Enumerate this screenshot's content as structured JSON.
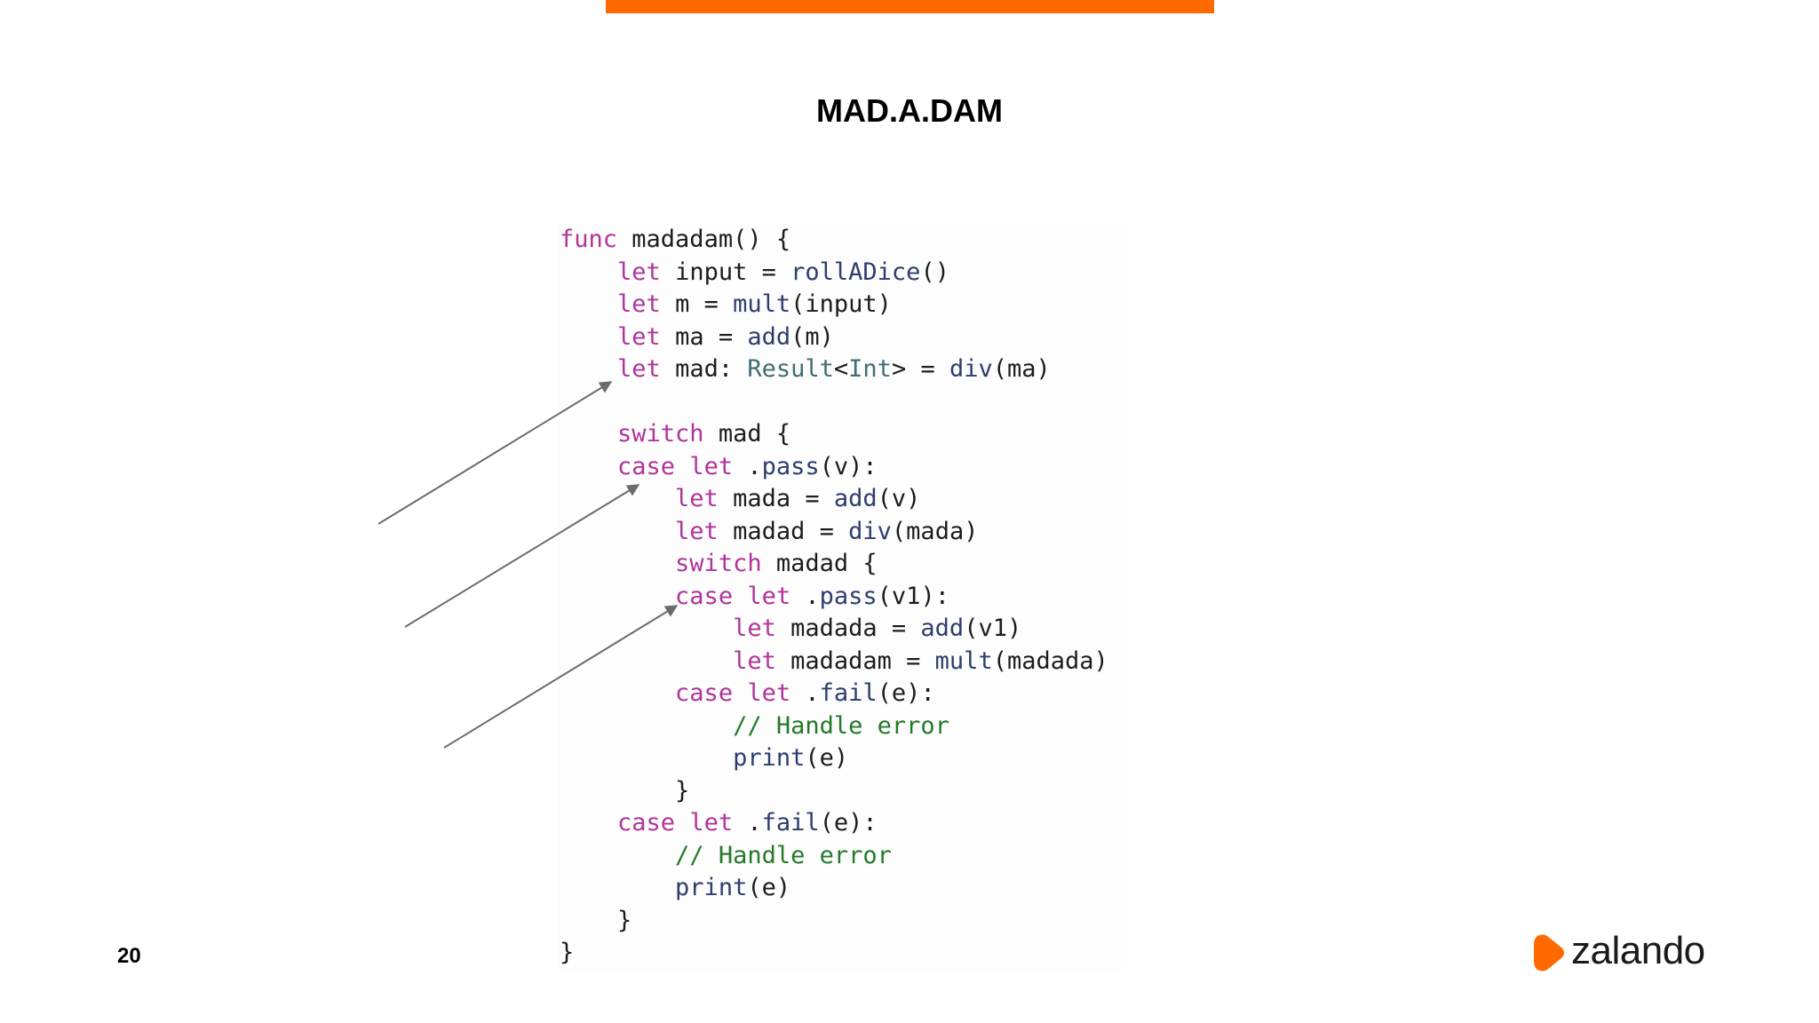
{
  "slide": {
    "title": "MAD.A.DAM",
    "page_number": "20",
    "brand": "zalando",
    "accent_color": "#ff6900"
  },
  "code_lines": [
    [
      {
        "k": "kw",
        "t": "func"
      },
      {
        "k": "pl",
        "t": " madadam() {"
      }
    ],
    [
      {
        "k": "pl",
        "t": "    "
      },
      {
        "k": "kw",
        "t": "let"
      },
      {
        "k": "pl",
        "t": " input = "
      },
      {
        "k": "fn",
        "t": "rollADice"
      },
      {
        "k": "pl",
        "t": "()"
      }
    ],
    [
      {
        "k": "pl",
        "t": "    "
      },
      {
        "k": "kw",
        "t": "let"
      },
      {
        "k": "pl",
        "t": " m = "
      },
      {
        "k": "fn",
        "t": "mult"
      },
      {
        "k": "pl",
        "t": "(input)"
      }
    ],
    [
      {
        "k": "pl",
        "t": "    "
      },
      {
        "k": "kw",
        "t": "let"
      },
      {
        "k": "pl",
        "t": " ma = "
      },
      {
        "k": "fn",
        "t": "add"
      },
      {
        "k": "pl",
        "t": "(m)"
      }
    ],
    [
      {
        "k": "pl",
        "t": "    "
      },
      {
        "k": "kw",
        "t": "let"
      },
      {
        "k": "pl",
        "t": " mad: "
      },
      {
        "k": "ty",
        "t": "Result"
      },
      {
        "k": "pl",
        "t": "<"
      },
      {
        "k": "ty",
        "t": "Int"
      },
      {
        "k": "pl",
        "t": "> = "
      },
      {
        "k": "fn",
        "t": "div"
      },
      {
        "k": "pl",
        "t": "(ma)"
      }
    ],
    [
      {
        "k": "pl",
        "t": ""
      }
    ],
    [
      {
        "k": "pl",
        "t": "    "
      },
      {
        "k": "kw",
        "t": "switch"
      },
      {
        "k": "pl",
        "t": " mad {"
      }
    ],
    [
      {
        "k": "pl",
        "t": "    "
      },
      {
        "k": "kw",
        "t": "case"
      },
      {
        "k": "pl",
        "t": " "
      },
      {
        "k": "kw",
        "t": "let"
      },
      {
        "k": "pl",
        "t": " ."
      },
      {
        "k": "fn",
        "t": "pass"
      },
      {
        "k": "pl",
        "t": "(v):"
      }
    ],
    [
      {
        "k": "pl",
        "t": "        "
      },
      {
        "k": "kw",
        "t": "let"
      },
      {
        "k": "pl",
        "t": " mada = "
      },
      {
        "k": "fn",
        "t": "add"
      },
      {
        "k": "pl",
        "t": "(v)"
      }
    ],
    [
      {
        "k": "pl",
        "t": "        "
      },
      {
        "k": "kw",
        "t": "let"
      },
      {
        "k": "pl",
        "t": " madad = "
      },
      {
        "k": "fn",
        "t": "div"
      },
      {
        "k": "pl",
        "t": "(mada)"
      }
    ],
    [
      {
        "k": "pl",
        "t": "        "
      },
      {
        "k": "kw",
        "t": "switch"
      },
      {
        "k": "pl",
        "t": " madad {"
      }
    ],
    [
      {
        "k": "pl",
        "t": "        "
      },
      {
        "k": "kw",
        "t": "case"
      },
      {
        "k": "pl",
        "t": " "
      },
      {
        "k": "kw",
        "t": "let"
      },
      {
        "k": "pl",
        "t": " ."
      },
      {
        "k": "fn",
        "t": "pass"
      },
      {
        "k": "pl",
        "t": "(v1):"
      }
    ],
    [
      {
        "k": "pl",
        "t": "            "
      },
      {
        "k": "kw",
        "t": "let"
      },
      {
        "k": "pl",
        "t": " madada = "
      },
      {
        "k": "fn",
        "t": "add"
      },
      {
        "k": "pl",
        "t": "(v1)"
      }
    ],
    [
      {
        "k": "pl",
        "t": "            "
      },
      {
        "k": "kw",
        "t": "let"
      },
      {
        "k": "pl",
        "t": " madadam = "
      },
      {
        "k": "fn",
        "t": "mult"
      },
      {
        "k": "pl",
        "t": "(madada)"
      }
    ],
    [
      {
        "k": "pl",
        "t": "        "
      },
      {
        "k": "kw",
        "t": "case"
      },
      {
        "k": "pl",
        "t": " "
      },
      {
        "k": "kw",
        "t": "let"
      },
      {
        "k": "pl",
        "t": " ."
      },
      {
        "k": "fn",
        "t": "fail"
      },
      {
        "k": "pl",
        "t": "(e):"
      }
    ],
    [
      {
        "k": "pl",
        "t": "            "
      },
      {
        "k": "cm",
        "t": "// Handle error"
      }
    ],
    [
      {
        "k": "pl",
        "t": "            "
      },
      {
        "k": "fn",
        "t": "print"
      },
      {
        "k": "pl",
        "t": "(e)"
      }
    ],
    [
      {
        "k": "pl",
        "t": "        }"
      }
    ],
    [
      {
        "k": "pl",
        "t": "    "
      },
      {
        "k": "kw",
        "t": "case"
      },
      {
        "k": "pl",
        "t": " "
      },
      {
        "k": "kw",
        "t": "let"
      },
      {
        "k": "pl",
        "t": " ."
      },
      {
        "k": "fn",
        "t": "fail"
      },
      {
        "k": "pl",
        "t": "(e):"
      }
    ],
    [
      {
        "k": "pl",
        "t": "        "
      },
      {
        "k": "cm",
        "t": "// Handle error"
      }
    ],
    [
      {
        "k": "pl",
        "t": "        "
      },
      {
        "k": "fn",
        "t": "print"
      },
      {
        "k": "pl",
        "t": "(e)"
      }
    ],
    [
      {
        "k": "pl",
        "t": "    }"
      }
    ],
    [
      {
        "k": "pl",
        "t": "}"
      }
    ]
  ]
}
